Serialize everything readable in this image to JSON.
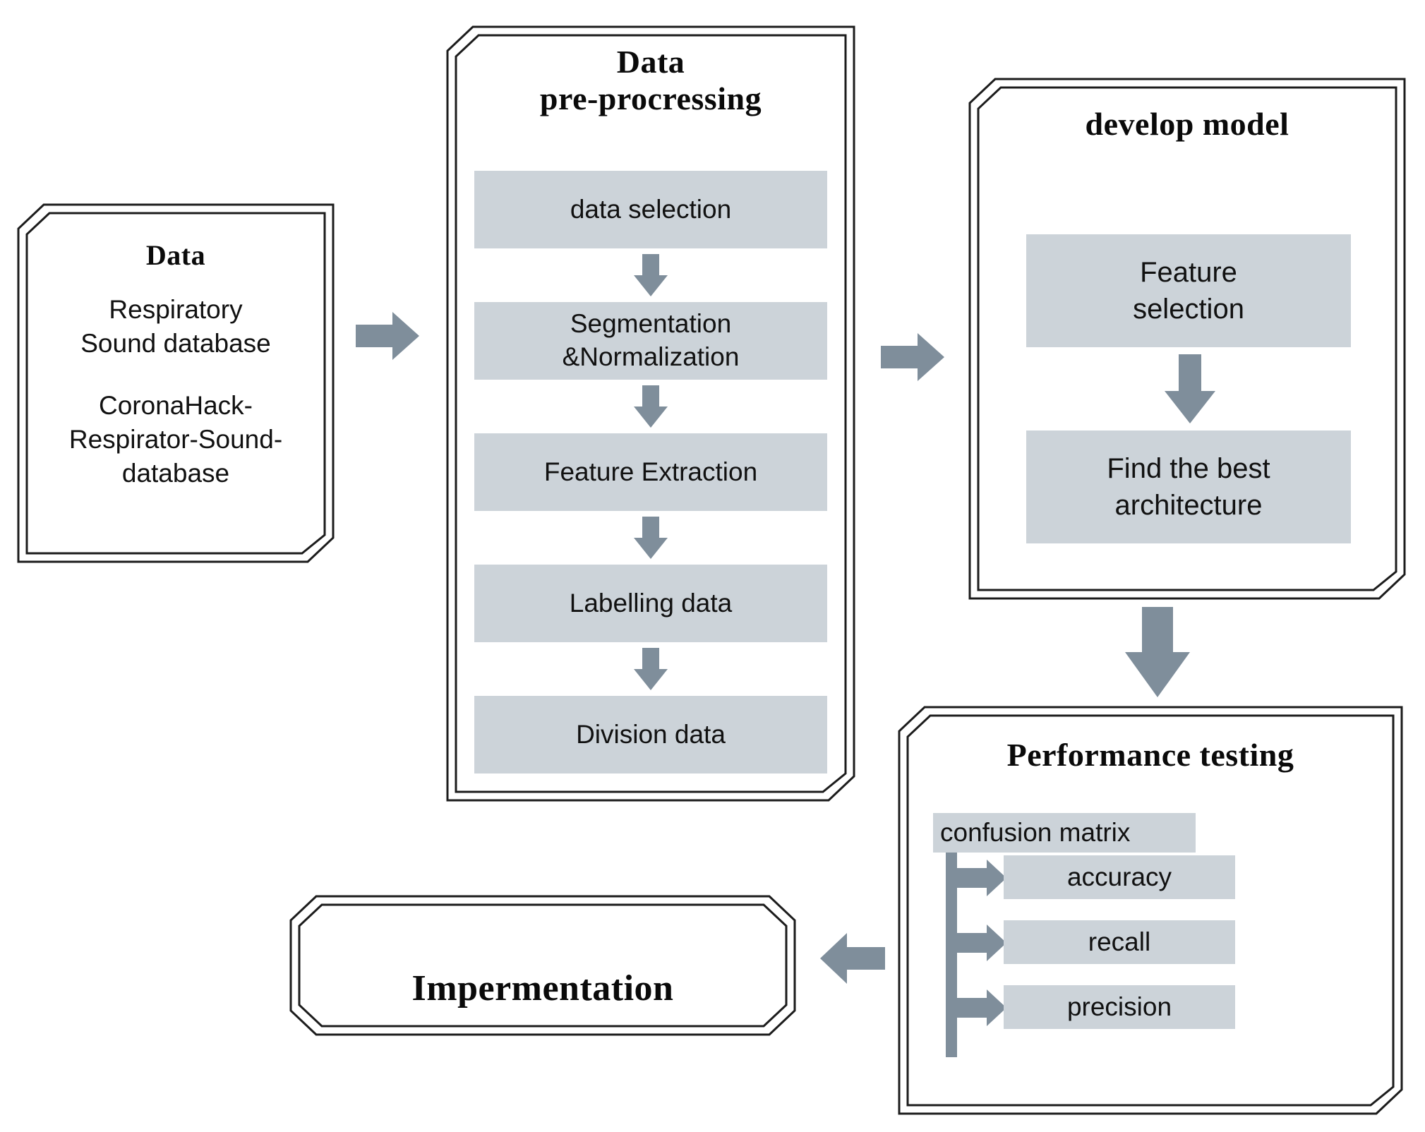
{
  "diagram": {
    "title": "Research methodology flowchart",
    "colors": {
      "step_fill": "#ccd3d9",
      "arrow": "#7f8e9b",
      "border": "#1c1c1c",
      "text": "#111111",
      "background": "#ffffff"
    }
  },
  "data_box": {
    "heading": "Data",
    "lines": [
      "Respiratory",
      "Sound database"
    ],
    "lines2": [
      "CoronaHack-",
      "Respirator-Sound-",
      "database"
    ]
  },
  "preprocessing_box": {
    "heading_line1": "Data",
    "heading_line2": "pre-procressing",
    "steps": [
      {
        "label": "data selection"
      },
      {
        "label": "Segmentation\n&Normalization"
      },
      {
        "label": "Feature Extraction"
      },
      {
        "label": "Labelling data"
      },
      {
        "label": "Division data"
      }
    ]
  },
  "develop_model_box": {
    "heading": "develop model",
    "steps": [
      {
        "label": "Feature\nselection"
      },
      {
        "label": "Find the best\narchitecture"
      }
    ]
  },
  "performance_box": {
    "heading": "Performance testing",
    "source": {
      "label": "confusion matrix"
    },
    "metrics": [
      {
        "label": "accuracy"
      },
      {
        "label": "recall"
      },
      {
        "label": "precision"
      }
    ]
  },
  "implementation_box": {
    "heading": "Impermentation"
  },
  "connectors": [
    {
      "name": "data-to-preprocessing",
      "direction": "right"
    },
    {
      "name": "preprocessing-to-develop-model",
      "direction": "right"
    },
    {
      "name": "develop-model-to-performance",
      "direction": "down"
    },
    {
      "name": "performance-to-implementation",
      "direction": "left"
    },
    {
      "name": "data-selection-to-segmentation",
      "direction": "down"
    },
    {
      "name": "segmentation-to-feature-extraction",
      "direction": "down"
    },
    {
      "name": "feature-extraction-to-labelling",
      "direction": "down"
    },
    {
      "name": "labelling-to-division",
      "direction": "down"
    },
    {
      "name": "feature-selection-to-find-architecture",
      "direction": "down"
    },
    {
      "name": "confusion-matrix-to-accuracy",
      "direction": "right"
    },
    {
      "name": "confusion-matrix-to-recall",
      "direction": "right"
    },
    {
      "name": "confusion-matrix-to-precision",
      "direction": "right"
    }
  ]
}
